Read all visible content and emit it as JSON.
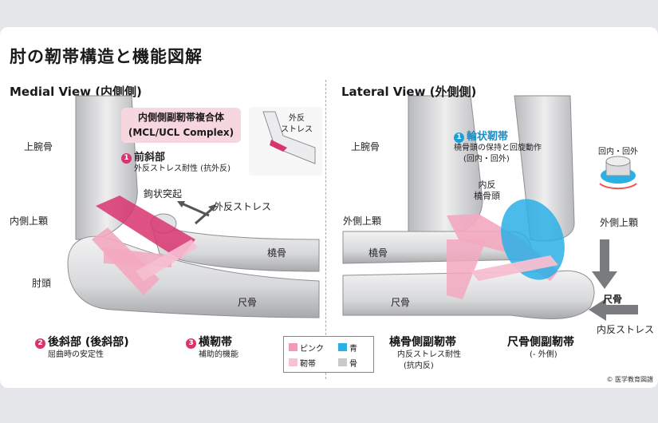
{
  "title": "肘の靭帯構造と機能図解",
  "medial": {
    "view_title": "Medial View (内側側)",
    "callout_line1": "内側側副靭帯複合体",
    "callout_line2": "(MCL/UCL Complex)",
    "inset_label": "外反\nストレス",
    "humerus": "上腕骨",
    "medial_epicondyle": "内側上顆",
    "olecranon": "肘頭",
    "radius": "橈骨",
    "ulna": "尺骨",
    "coronoid": "鉤状突起",
    "valgus_stress": "外反ストレス",
    "anterior_oblique": {
      "num": "1",
      "name": "前斜部",
      "desc": "外反ストレス耐性 (抗外反)"
    },
    "posterior_oblique": {
      "num": "2",
      "name": "後斜部 (後斜部)",
      "desc": "屈曲時の安定性"
    },
    "transverse": {
      "num": "3",
      "name": "横靭帯",
      "desc": "補助的機能"
    }
  },
  "lateral": {
    "view_title": "Lateral View (外側側)",
    "annular": {
      "num": "1",
      "name": "輪状靭帯",
      "desc1": "橈骨頭の保持と回旋動作",
      "desc2": "(回内・回外)"
    },
    "rotation_label": "回内・回外",
    "humerus": "上腕骨",
    "lateral_epicondyle_left": "外側上顆",
    "lateral_epicondyle_right": "外側上顆",
    "radial_head": "内反\n橈骨頭",
    "radius": "橈骨",
    "ulna_left": "尺骨",
    "ulna_right": "尺骨",
    "varus_stress": "内反ストレス",
    "rcl": {
      "name": "橈骨側副靭帯",
      "desc1": "内反ストレス耐性",
      "desc2": "(抗内反)"
    },
    "ucl": {
      "name": "尺骨側副靭帯",
      "desc": "(- 外側)"
    }
  },
  "legend": [
    {
      "label": "ピンク",
      "color": "#f09ab4"
    },
    {
      "label": "青",
      "color": "#2bb0e6"
    },
    {
      "label": "靭帯",
      "color": "#f4c4d2"
    },
    {
      "label": "骨",
      "color": "#c9c9c9"
    }
  ],
  "copyright": "© 医学教育図譜",
  "colors": {
    "ligament_dark": "#d8346e",
    "ligament_light": "#f3a8c0",
    "annular": "#2bb0e6",
    "bone": "#d9dadc"
  }
}
